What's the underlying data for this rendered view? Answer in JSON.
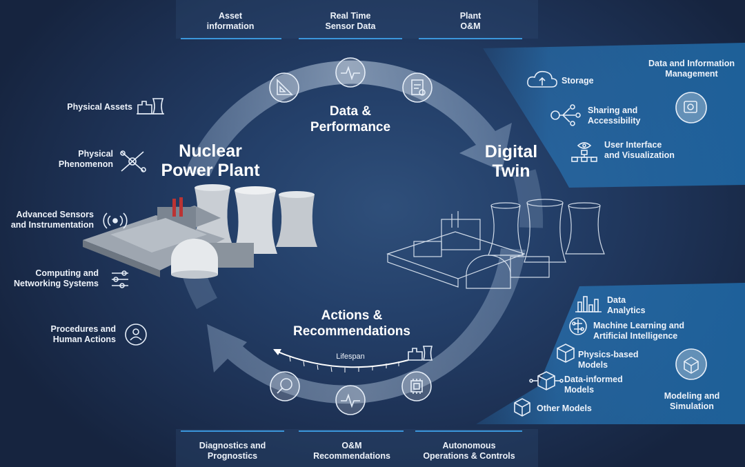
{
  "top_labels": [
    "Asset\ninformation",
    "Real Time\nSensor Data",
    "Plant\nO&M"
  ],
  "bottom_labels": [
    "Diagnostics and\nPrognostics",
    "O&M\nRecommendations",
    "Autonomous\nOperations & Controls"
  ],
  "center": {
    "data_performance": "Data &\nPerformance",
    "actions_recommendations": "Actions &\nRecommendations",
    "lifespan": "Lifespan"
  },
  "nuclear_plant": {
    "title": "Nuclear\nPower Plant",
    "items": [
      "Physical Assets",
      "Physical\nPhenomenon",
      "Advanced Sensors\nand Instrumentation",
      "Computing and\nNetworking Systems",
      "Procedures and\nHuman Actions"
    ]
  },
  "digital_twin": {
    "title": "Digital\nTwin",
    "data_management": {
      "title": "Data and Information\nManagement",
      "items": [
        "Storage",
        "Sharing and\nAccessibility",
        "User Interface\nand Visualization"
      ]
    },
    "modeling": {
      "title": "Modeling and\nSimulation",
      "items": [
        "Data\nAnalytics",
        "Machine Learning and\nArtificial Intelligence",
        "Physics-based\nModels",
        "Data-informed\nModels",
        "Other Models"
      ]
    }
  },
  "colors": {
    "background": "#1e3357",
    "accent_blue": "#2f8fd6",
    "text": "#eef3fa"
  }
}
